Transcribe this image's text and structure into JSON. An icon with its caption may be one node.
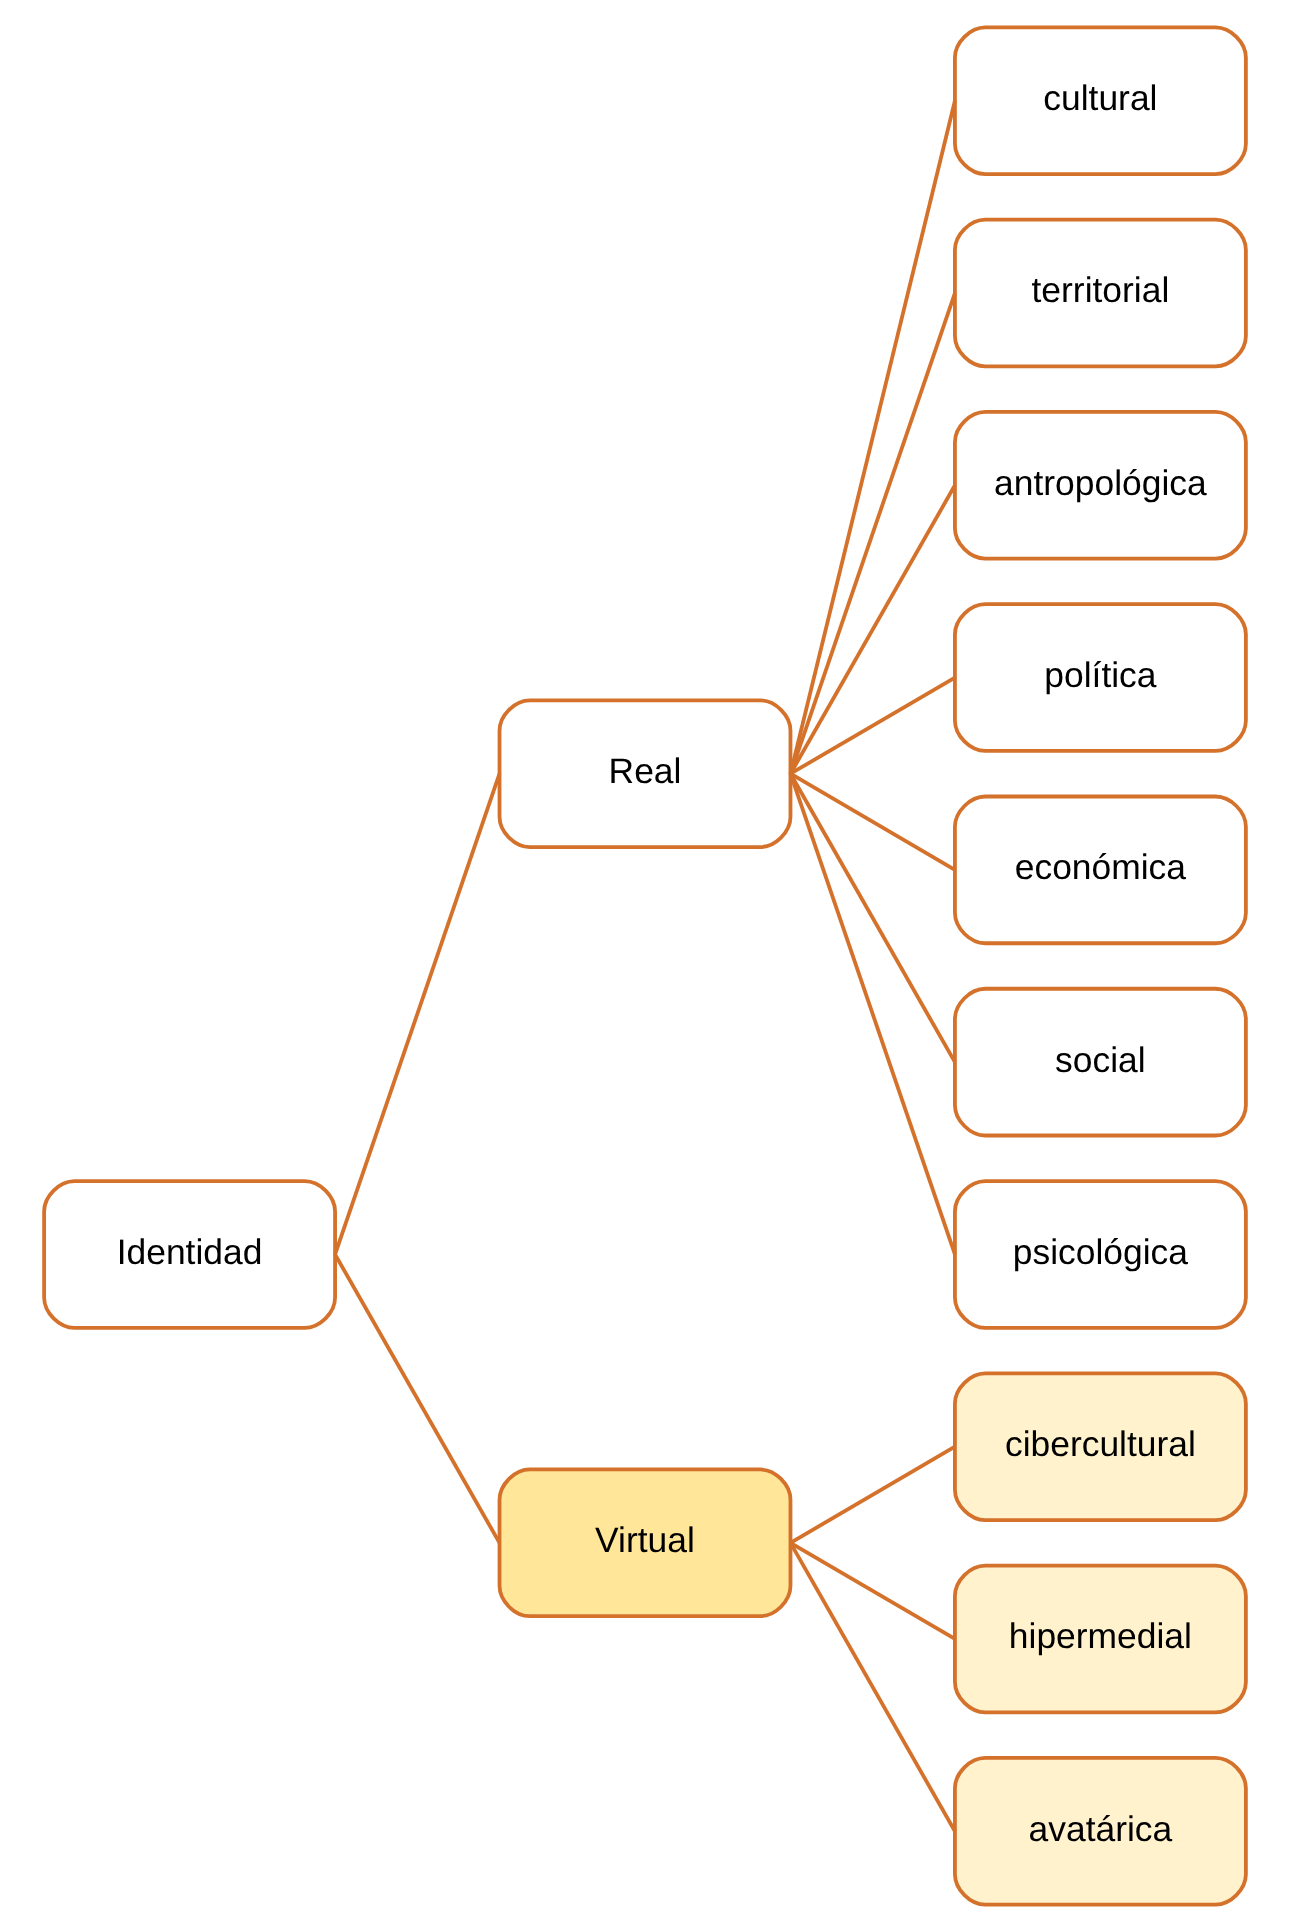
{
  "diagram": {
    "nodes": [
      {
        "text": [
          "Identidad"
        ]
      },
      {
        "text": [
          "Real"
        ]
      },
      {
        "text": [
          "cultural"
        ]
      },
      {
        "text": [
          "territorial"
        ]
      },
      {
        "text": [
          "antropológica"
        ]
      },
      {
        "text": [
          "política"
        ]
      },
      {
        "text": [
          "económica"
        ]
      },
      {
        "text": [
          "social"
        ]
      },
      {
        "text": [
          "psicológica"
        ]
      },
      {
        "text": [
          "Virtual"
        ]
      },
      {
        "text": [
          "cibercultural"
        ]
      },
      {
        "text": [
          "hipermedial"
        ]
      },
      {
        "text": [
          "avatárica"
        ]
      }
    ],
    "edges": [
      {
        "from": 0,
        "to": 1,
        "arrow": "none"
      },
      {
        "from": 0,
        "to": 9,
        "arrow": "none"
      },
      {
        "from": 1,
        "to": 2,
        "arrow": "none"
      },
      {
        "from": 1,
        "to": 3,
        "arrow": "none"
      },
      {
        "from": 1,
        "to": 4,
        "arrow": "none"
      },
      {
        "from": 1,
        "to": 5,
        "arrow": "none"
      },
      {
        "from": 1,
        "to": 6,
        "arrow": "none"
      },
      {
        "from": 1,
        "to": 7,
        "arrow": "none"
      },
      {
        "from": 1,
        "to": 8,
        "arrow": "none"
      },
      {
        "from": 9,
        "to": 10,
        "arrow": "none"
      },
      {
        "from": 9,
        "to": 11,
        "arrow": "none"
      },
      {
        "from": 9,
        "to": 12,
        "arrow": "none"
      }
    ]
  }
}
